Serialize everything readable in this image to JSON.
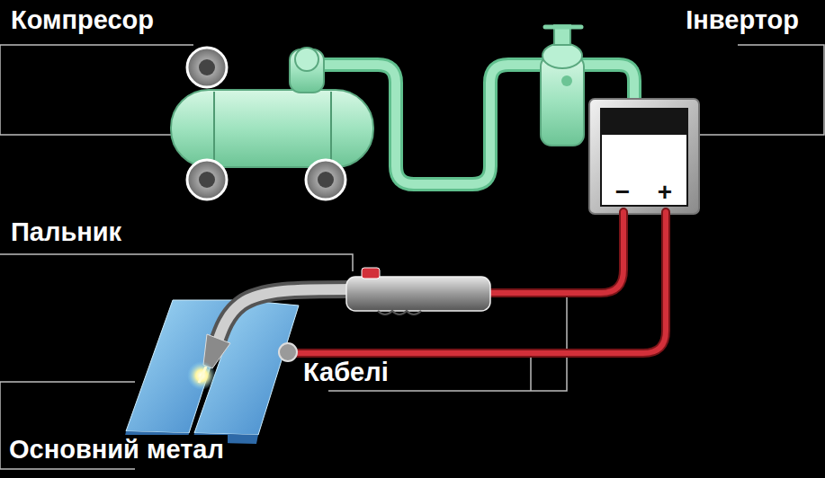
{
  "diagram": {
    "labels": [
      "Компресор",
      "Інвертор",
      "−",
      "+",
      "Пальник",
      "Кабелі",
      "Основний метал"
    ]
  }
}
